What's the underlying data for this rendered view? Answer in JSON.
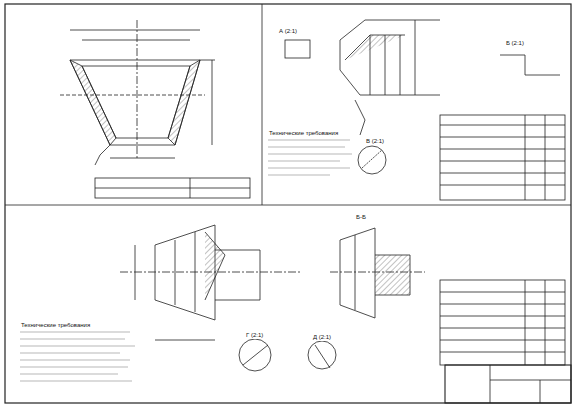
{
  "diagram": {
    "labels": [
      "А (2:1)",
      "Б (2:1)",
      "В (2:1)",
      "Г (2:1)",
      "Д (2:1)",
      "Б-Б",
      "Технические требования",
      "Технические требования"
    ]
  }
}
